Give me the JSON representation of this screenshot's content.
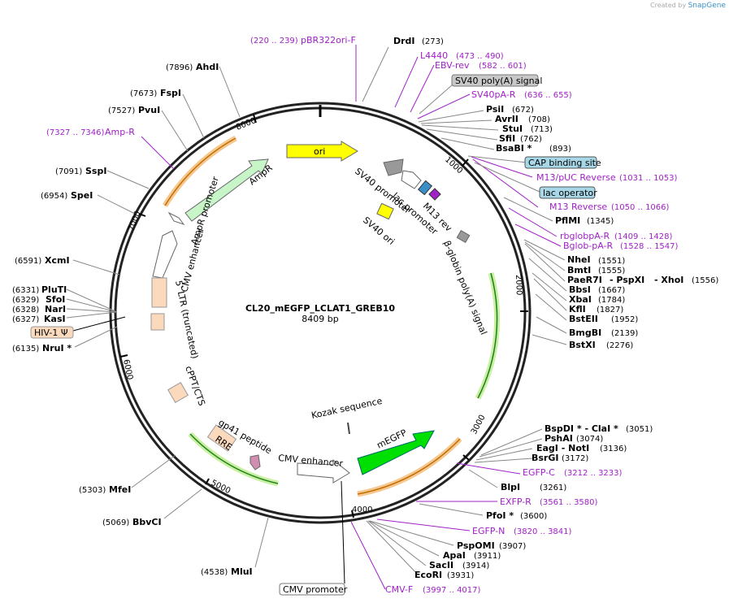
{
  "brand": {
    "created_by": "Created by",
    "app": "SnapGene"
  },
  "plasmid": {
    "name": "CL20_mEGFP_LCLAT1_GREB10",
    "size": "8409 bp"
  },
  "ticks": [
    "1000",
    "2000",
    "3000",
    "4000",
    "5000",
    "6000",
    "7000",
    "8000"
  ],
  "sites": [
    {
      "name": "DrdI",
      "pos": "(273)"
    },
    {
      "name": "PsiI",
      "pos": "(672)"
    },
    {
      "name": "AvrII",
      "pos": "(708)"
    },
    {
      "name": "StuI",
      "pos": "(713)"
    },
    {
      "name": "SfiI",
      "pos": "(762)"
    },
    {
      "name": "BsaBI *",
      "pos": "(893)"
    },
    {
      "name": "PflMI",
      "pos": "(1345)"
    },
    {
      "name": "NheI",
      "pos": "(1551)"
    },
    {
      "name": "BmtI",
      "pos": "(1555)"
    },
    {
      "name": "PaeR7I",
      "pos": ""
    },
    {
      "name": "- PspXI",
      "pos": ""
    },
    {
      "name": "- XhoI",
      "pos": "(1556)"
    },
    {
      "name": "BbsI",
      "pos": "(1667)"
    },
    {
      "name": "XbaI",
      "pos": "(1784)"
    },
    {
      "name": "KflI",
      "pos": "(1827)"
    },
    {
      "name": "BstEII",
      "pos": "(1952)"
    },
    {
      "name": "BmgBI",
      "pos": "(2139)"
    },
    {
      "name": "BstXI",
      "pos": "(2276)"
    },
    {
      "name": "BspDI * - ClaI *",
      "pos": "(3051)"
    },
    {
      "name": "PshAI",
      "pos": "(3074)"
    },
    {
      "name": "EagI - NotI",
      "pos": "(3136)"
    },
    {
      "name": "BsrGI",
      "pos": "(3172)"
    },
    {
      "name": "BlpI",
      "pos": "(3261)"
    },
    {
      "name": "PfoI *",
      "pos": "(3600)"
    },
    {
      "name": "PspOMI",
      "pos": "(3907)"
    },
    {
      "name": "ApaI",
      "pos": "(3911)"
    },
    {
      "name": "SacII",
      "pos": "(3914)"
    },
    {
      "name": "EcoRI",
      "pos": "(3931)"
    },
    {
      "name": "MluI",
      "pos": "(4538)"
    },
    {
      "name": "BbvCI",
      "pos": "(5069)"
    },
    {
      "name": "MfeI",
      "pos": "(5303)"
    },
    {
      "name": "NruI *",
      "pos": "(6135)"
    },
    {
      "name": "KasI",
      "pos": "(6327)"
    },
    {
      "name": "NarI",
      "pos": "(6328)"
    },
    {
      "name": "SfoI",
      "pos": "(6329)"
    },
    {
      "name": "PluTI",
      "pos": "(6331)"
    },
    {
      "name": "XcmI",
      "pos": "(6591)"
    },
    {
      "name": "SpeI",
      "pos": "(6954)"
    },
    {
      "name": "SspI",
      "pos": "(7091)"
    },
    {
      "name": "PvuI",
      "pos": "(7527)"
    },
    {
      "name": "FspI",
      "pos": "(7673)"
    },
    {
      "name": "AhdI",
      "pos": "(7896)"
    }
  ],
  "primers": [
    {
      "name": "pBR322ori-F",
      "pos": "(220 .. 239)"
    },
    {
      "name": "L4440",
      "pos": "(473 .. 490)"
    },
    {
      "name": "EBV-rev",
      "pos": "(582 .. 601)"
    },
    {
      "name": "SV40pA-R",
      "pos": "(636 .. 655)"
    },
    {
      "name": "M13/pUC Reverse",
      "pos": "(1031 .. 1053)"
    },
    {
      "name": "M13 Reverse",
      "pos": "(1050 .. 1066)"
    },
    {
      "name": "rbglobpA-R",
      "pos": "(1409 .. 1428)"
    },
    {
      "name": "Bglob-pA-R",
      "pos": "(1528 .. 1547)"
    },
    {
      "name": "EGFP-C",
      "pos": "(3212 .. 3233)"
    },
    {
      "name": "EXFP-R",
      "pos": "(3561 .. 3580)"
    },
    {
      "name": "EGFP-N",
      "pos": "(3820 .. 3841)"
    },
    {
      "name": "CMV-F",
      "pos": "(3997 .. 4017)"
    },
    {
      "name": "Amp-R",
      "pos": "(7327 .. 7346)"
    }
  ],
  "boxed_features": [
    {
      "name": "SV40 poly(A) signal",
      "color": "#c8c8c8"
    },
    {
      "name": "CAP binding site",
      "color": "#a8d8e8"
    },
    {
      "name": "lac operator",
      "color": "#a8d8e8"
    },
    {
      "name": "HIV-1 Ψ",
      "color": "#fbd9bd"
    },
    {
      "name": "CMV promoter",
      "color": "#ffffff"
    }
  ],
  "features": {
    "ori": "ori",
    "sv40_promoter": "SV40 promoter",
    "lac_promoter": "lac promoter",
    "m13_rev": "M13 rev",
    "sv40_ori": "SV40 ori",
    "bglobin": "β-globin poly(A) signal",
    "kozak": "Kozak sequence",
    "megfp": "mEGFP",
    "cmv_enhancer_bottom": "CMV enhancer",
    "gp41": "gp41 peptide",
    "rre": "RRE",
    "cppt": "cPPT/CTS",
    "ltr": "5' LTR (truncated)",
    "cmv_enhancer_left": "CMV enhancer",
    "ampr_promoter": "AmpR promoter",
    "ampr": "AmpR"
  },
  "colors": {
    "primer": "#a020c8",
    "ori": "#ffff00",
    "gfp": "#00e000",
    "amp": "#c8f5c8",
    "ltr": "#fbd9bd",
    "orf_highlight": "#f0b060"
  }
}
